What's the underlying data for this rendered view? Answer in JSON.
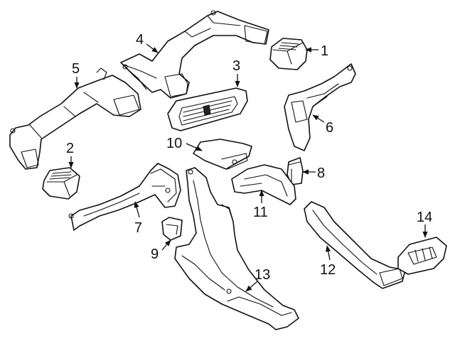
{
  "callouts": {
    "c1": "1",
    "c2": "2",
    "c3": "3",
    "c4": "4",
    "c5": "5",
    "c6": "6",
    "c7": "7",
    "c8": "8",
    "c9": "9",
    "c10": "10",
    "c11": "11",
    "c12": "12",
    "c13": "13",
    "c14": "14"
  },
  "colors": {
    "line": "#111111",
    "background": "#ffffff"
  }
}
